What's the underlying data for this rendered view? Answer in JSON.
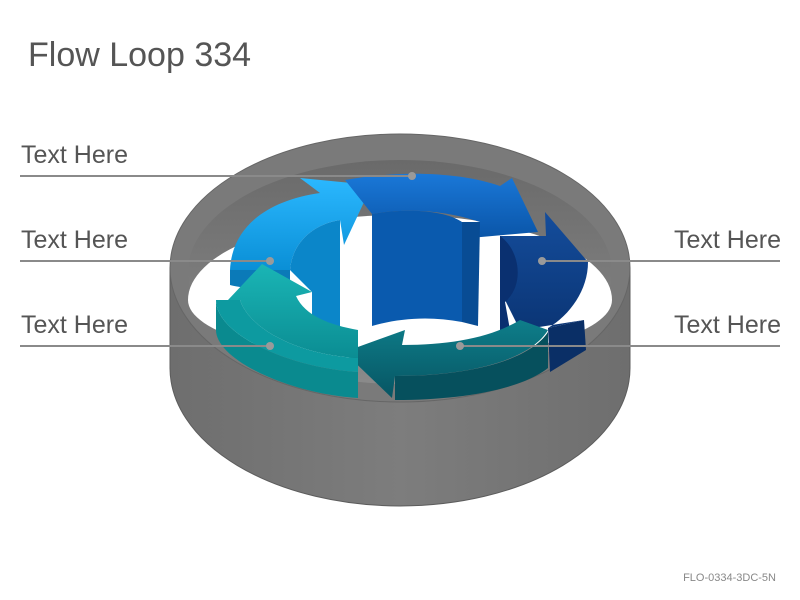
{
  "title": "Flow Loop 334",
  "labels": [
    {
      "text": "Text Here",
      "side": "left"
    },
    {
      "text": "Text Here",
      "side": "left"
    },
    {
      "text": "Text Here",
      "side": "left"
    },
    {
      "text": "Text Here",
      "side": "right"
    },
    {
      "text": "Text Here",
      "side": "right"
    }
  ],
  "code": "FLO-0334-3DC-5N",
  "colors": {
    "cylinder": "#7a7a7a",
    "segment_light_blue": "#12a8f0",
    "segment_blue": "#0c64c4",
    "segment_dark_blue": "#0d3f8a",
    "segment_dark_teal": "#0a6a7a",
    "segment_teal": "#12a6a6",
    "leader_line": "#8a8a8a"
  }
}
